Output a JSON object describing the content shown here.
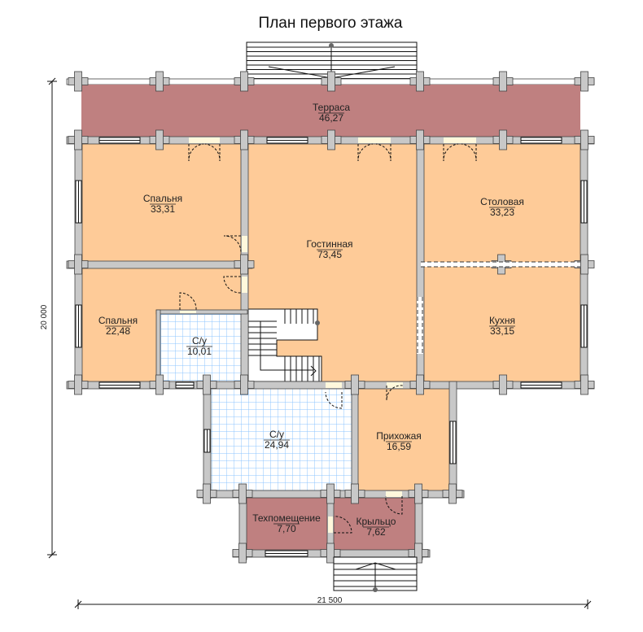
{
  "title": "План первого этажа",
  "colors": {
    "living": "#fecb98",
    "terrace": "#bf8080",
    "wall": "#c8c8c8",
    "tile": "#8cc4ff"
  },
  "rooms": {
    "terrace": {
      "name": "Терраса",
      "area": "46,27"
    },
    "bedroom1": {
      "name": "Спальня",
      "area": "33,31"
    },
    "living": {
      "name": "Гостинная",
      "area": "73,45"
    },
    "dining": {
      "name": "Столовая",
      "area": "33,23"
    },
    "bedroom2": {
      "name": "Спальня",
      "area": "22,48"
    },
    "bath1": {
      "name": "С/у",
      "area": "10,01"
    },
    "kitchen": {
      "name": "Кухня",
      "area": "33,15"
    },
    "bath2": {
      "name": "С/у",
      "area": "24,94"
    },
    "hall": {
      "name": "Прихожая",
      "area": "16,59"
    },
    "tech": {
      "name": "Техпомещение",
      "area": "7,70"
    },
    "porch": {
      "name": "Крыльцо",
      "area": "7,62"
    }
  },
  "dimensions": {
    "height": "20 000",
    "width": "21 500"
  }
}
